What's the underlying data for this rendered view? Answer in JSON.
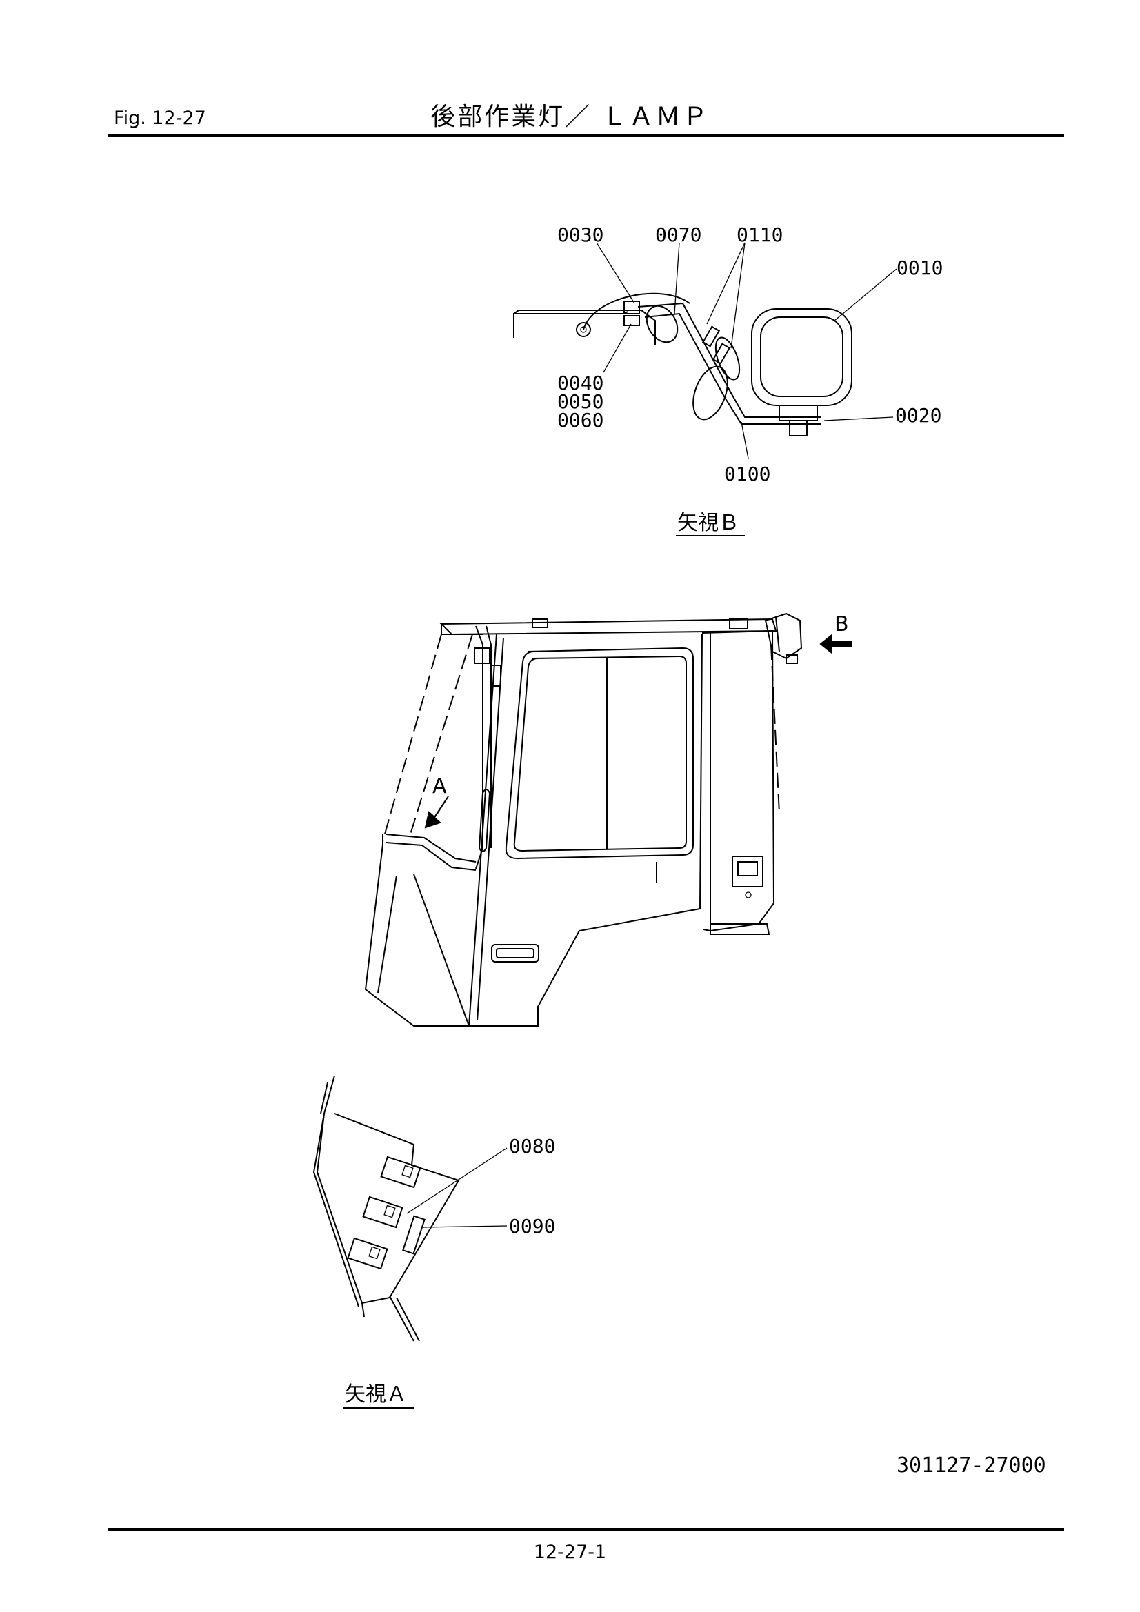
{
  "header": {
    "fig_label": "Fig.  12-27",
    "title": "後部作業灯／ ＬＡＭＰ"
  },
  "view_b": {
    "caption": "矢視Ｂ",
    "parts": [
      "0030",
      "0070",
      "0110",
      "0010",
      "0040",
      "0050",
      "0060",
      "0020",
      "0100"
    ]
  },
  "main_view": {
    "arrow_a": "A",
    "arrow_b": "B"
  },
  "view_a": {
    "caption": "矢視Ａ",
    "parts": [
      "0080",
      "0090"
    ]
  },
  "footer": {
    "doc_number": "301127-27000",
    "page_number": "12-27-1"
  }
}
